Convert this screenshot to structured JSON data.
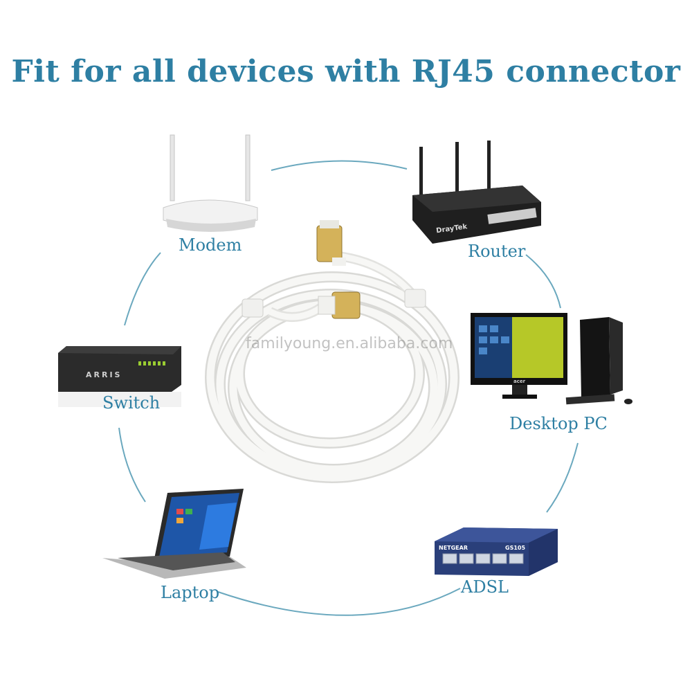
{
  "headline": "Fit for all devices with  RJ45 connector",
  "watermark": "familyoung.en.alibaba.com",
  "devices": {
    "modem": {
      "label": "Modem",
      "icon": "wifi-modem-icon"
    },
    "router": {
      "label": "Router",
      "icon": "router-icon",
      "brand": "DrayTek"
    },
    "switch": {
      "label": "Switch",
      "icon": "switch-icon",
      "brand": "ARRIS"
    },
    "desktop": {
      "label": "Desktop PC",
      "icon": "desktop-pc-icon",
      "brand": "acer"
    },
    "laptop": {
      "label": "Laptop",
      "icon": "laptop-icon"
    },
    "adsl": {
      "label": "ADSL",
      "icon": "network-switch-icon",
      "brand": "NETGEAR",
      "model": "GS105"
    }
  },
  "colors": {
    "accent": "#2e7fa3",
    "ring": "#6aa8be",
    "cable": "#f4f4f2"
  }
}
